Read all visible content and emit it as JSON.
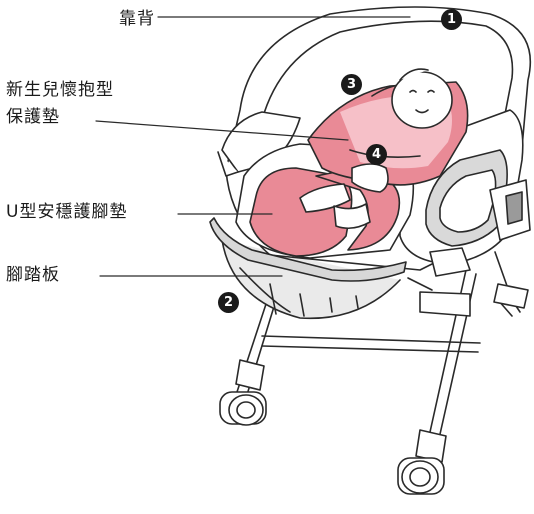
{
  "labels": {
    "backrest": "靠背",
    "newborn_line1": "新生兒懷抱型",
    "newborn_line2": "保護墊",
    "u_mat": "U型安穩護腳墊",
    "footrest": "腳踏板"
  },
  "badges": {
    "b1": "1",
    "b2": "2",
    "b3": "3",
    "b4": "4"
  },
  "colors": {
    "pad_pink": "#e98a96",
    "pad_light": "#f6c0c8",
    "line": "#2a2a2a",
    "frame_gray": "#9a9a9a"
  }
}
